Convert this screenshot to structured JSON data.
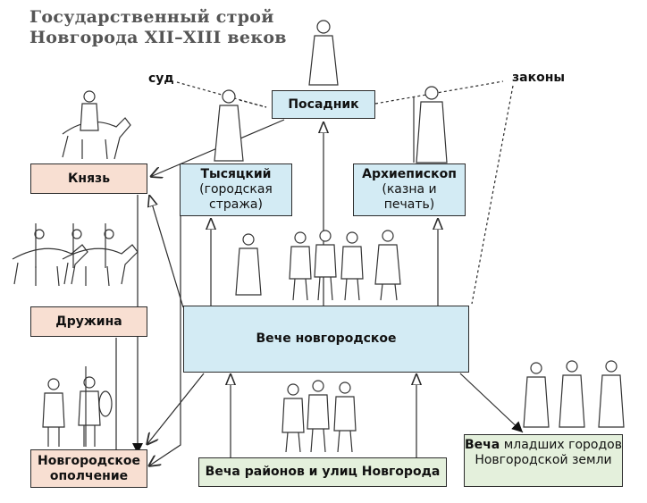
{
  "title": {
    "line1": "Государственный строй",
    "line2": "Новгорода XII–XIII веков"
  },
  "labels": {
    "court": "суд",
    "laws": "законы"
  },
  "nodes": {
    "posadnik": "Посадник",
    "prince": "Князь",
    "tysyatsky": {
      "title": "Тысяцкий",
      "note": "(городская стража)"
    },
    "archbishop": {
      "title": "Архиепископ",
      "note": "(казна и печать)"
    },
    "druzhina": "Дружина",
    "veche": "Вече новгородское",
    "militia": "Новгородское ополчение",
    "district_veche": "Веча районов и улиц Новгорода",
    "towns_veche": {
      "title": "Веча",
      "rest": "младших городов Новгородской земли"
    }
  },
  "colors": {
    "blue_box": "#d3ebf4",
    "pink_box": "#f8dfd2",
    "green_box": "#e4f0dc",
    "line": "#2b2b2b"
  }
}
